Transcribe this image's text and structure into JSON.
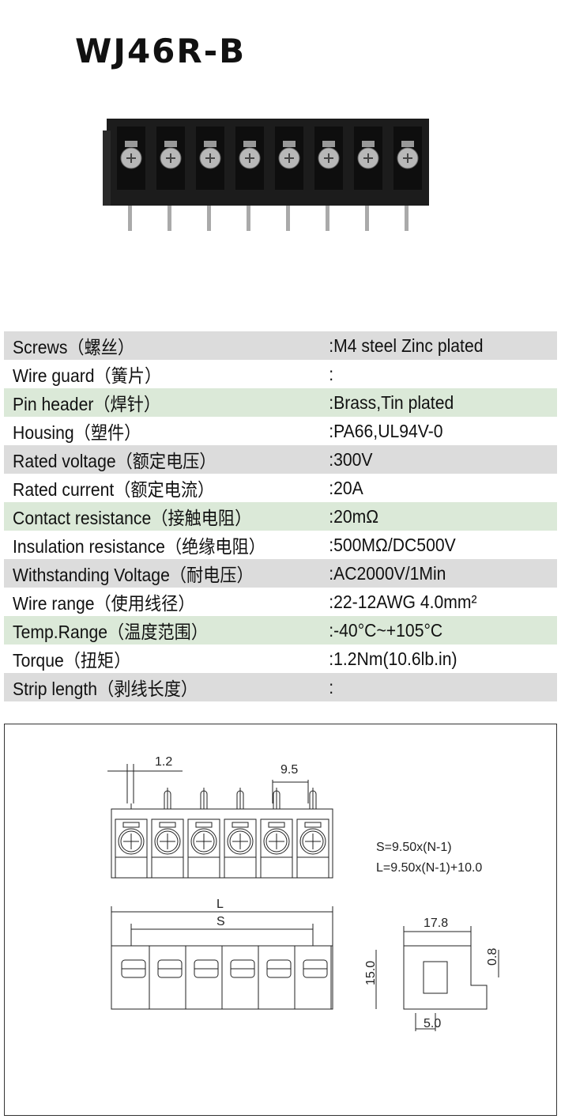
{
  "title": "WJ46R-B",
  "specs": [
    {
      "label": "Screws（螺丝）",
      "value": ":M4 steel Zinc plated"
    },
    {
      "label": "Wire guard（簧片）",
      "value": ":"
    },
    {
      "label": "Pin header（焊针）",
      "value": ":Brass,Tin plated"
    },
    {
      "label": "Housing（塑件）",
      "value": ":PA66,UL94V-0"
    },
    {
      "label": "Rated voltage（额定电压）",
      "value": ":300V"
    },
    {
      "label": "Rated current（额定电流）",
      "value": ":20A"
    },
    {
      "label": "Contact resistance（接触电阻）",
      "value": ":20mΩ"
    },
    {
      "label": "Insulation resistance（绝缘电阻）",
      "value": ":500MΩ/DC500V"
    },
    {
      "label": "Withstanding Voltage（耐电压）",
      "value": ":AC2000V/1Min"
    },
    {
      "label": "Wire range（使用线径）",
      "value": ":22-12AWG 4.0mm²"
    },
    {
      "label": "Temp.Range（温度范围）",
      "value": ":-40°C~+105°C"
    },
    {
      "label": "Torque（扭矩）",
      "value": ":1.2Nm(10.6lb.in)"
    },
    {
      "label": "Strip length（剥线长度）",
      "value": ":"
    }
  ],
  "drawing": {
    "pin_width": "1.2",
    "pitch": "9.5",
    "formula_s": "S=9.50x(N-1)",
    "formula_l": "L=9.50x(N-1)+10.0",
    "length_label": "L",
    "span_label": "S",
    "depth": "17.8",
    "height": "15.0",
    "offset": "0.8",
    "pin_offset": "5.0"
  }
}
